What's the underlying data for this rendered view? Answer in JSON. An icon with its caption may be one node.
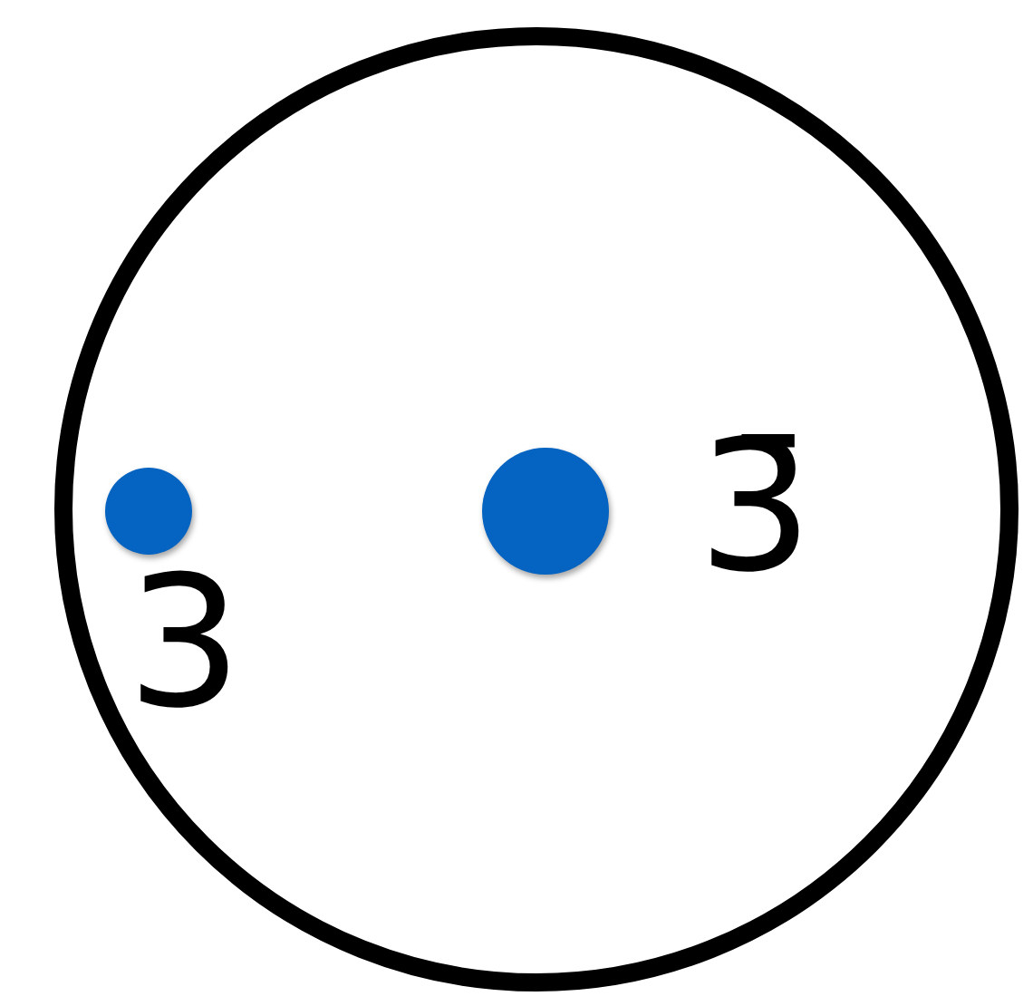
{
  "diagram": {
    "nodes": [
      {
        "text": [],
        "shape": "circle"
      },
      {
        "text": [],
        "shape": "circle",
        "in": 0,
        "beside": [
          "3"
        ]
      },
      {
        "text": [],
        "shape": "circle",
        "in": 0,
        "beside": [
          "3̄"
        ]
      }
    ]
  }
}
